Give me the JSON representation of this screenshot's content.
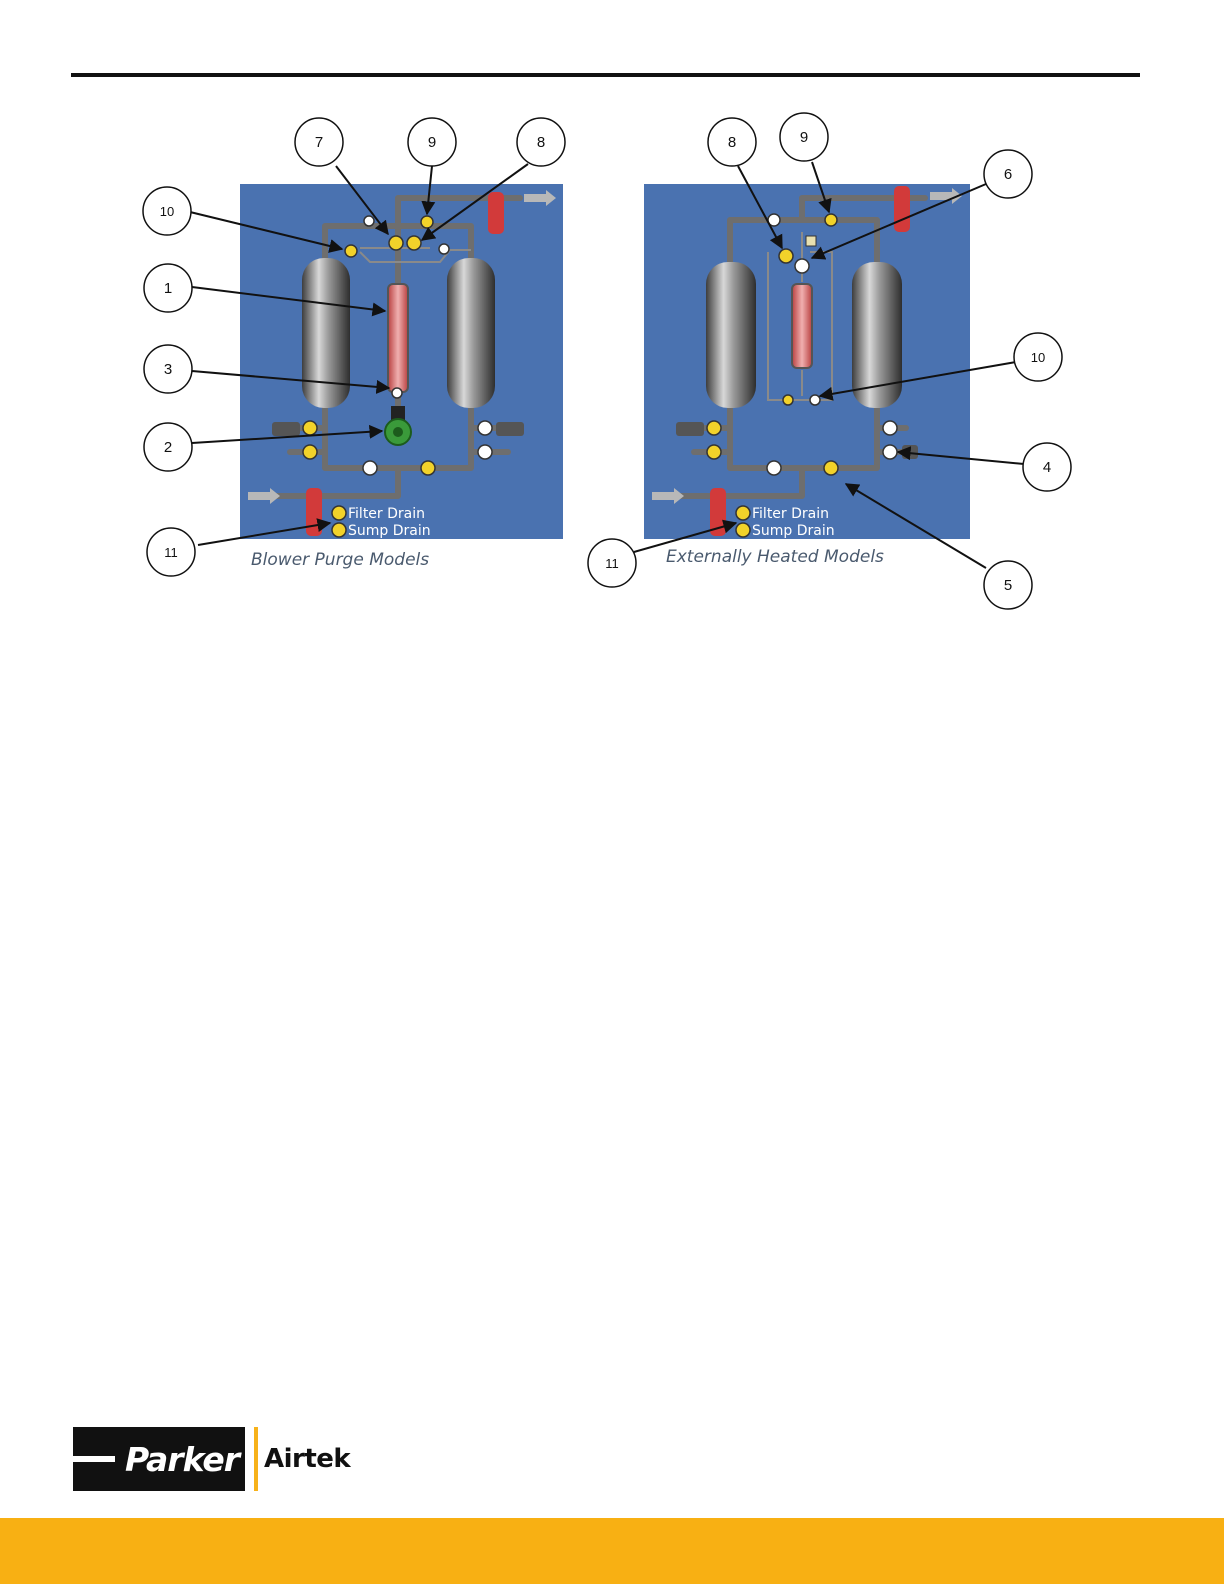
{
  "colors": {
    "panel_blue": "#4a72b0",
    "valve_yellow": "#f2d22a",
    "filter_red": "#d23a3a",
    "footer_yellow": "#f8b013",
    "logo_accent": "#f7b21a"
  },
  "left_panel": {
    "caption": "Blower Purge Models",
    "filter_drain": "Filter Drain",
    "sump_drain": "Sump Drain",
    "callouts": [
      "7",
      "9",
      "8",
      "10",
      "1",
      "3",
      "2",
      "11"
    ]
  },
  "right_panel": {
    "caption": "Externally Heated Models",
    "filter_drain": "Filter Drain",
    "sump_drain": "Sump Drain",
    "callouts": [
      "8",
      "9",
      "6",
      "10",
      "4",
      "5",
      "11"
    ]
  },
  "logo": {
    "brand": "Parker",
    "product": "Airtek"
  }
}
